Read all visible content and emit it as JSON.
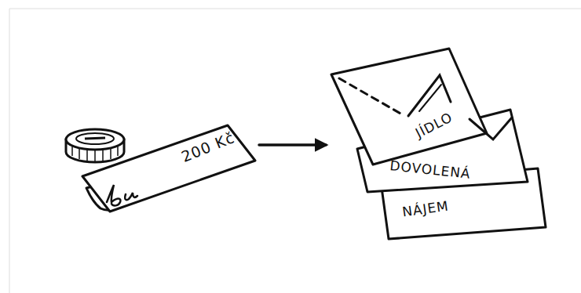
{
  "diagram": {
    "nodes": [
      {
        "text": [
          "200 Kč"
        ]
      },
      {
        "text": [
          "JÍDLO"
        ]
      },
      {
        "text": [
          "DOVOLENÁ"
        ]
      },
      {
        "text": [
          "NÁJEM"
        ]
      }
    ],
    "edges": [
      {
        "from": 0,
        "to": 1,
        "arrow": "to"
      }
    ]
  }
}
